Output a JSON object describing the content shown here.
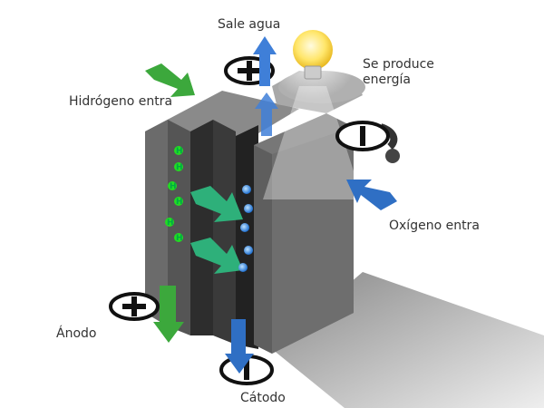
{
  "labels": {
    "water_out": "Sale agua",
    "energy": "Se produce\nenergía",
    "energy_line1": "Se produce",
    "energy_line2": "energía",
    "hydrogen_in": "Hidrógeno entra",
    "oxygen_in": "Oxígeno entra",
    "anode": "Ánodo",
    "cathode": "Cátodo"
  },
  "symbols": {
    "hydrogen": "H"
  },
  "colors": {
    "hydrogen_arrow": "#3ca83c",
    "oxygen_arrow": "#2f6fc4",
    "ion": "#1e7be0",
    "hydrogen_dot": "#22dd22",
    "cell_body": "#6d6d6d"
  }
}
